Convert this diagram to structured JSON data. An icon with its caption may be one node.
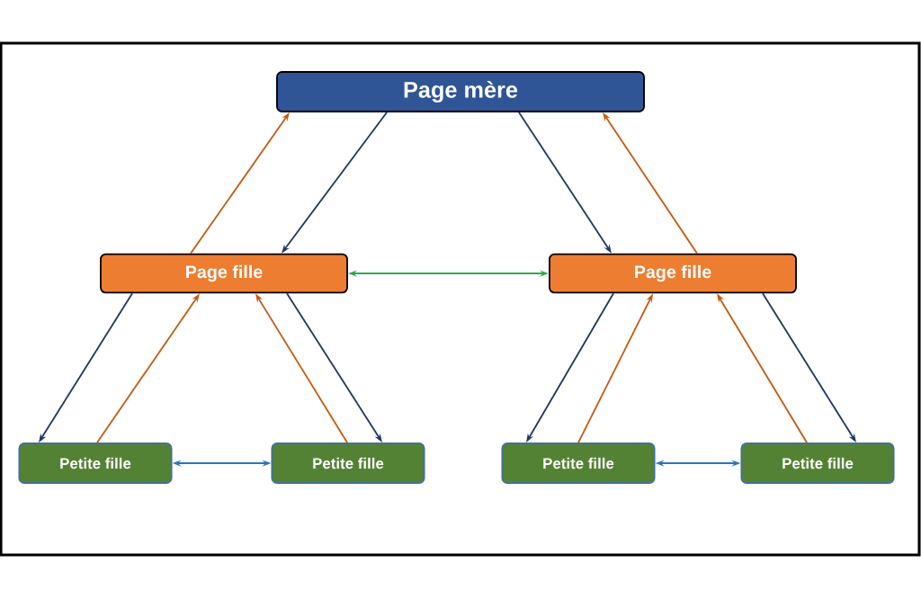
{
  "diagram": {
    "nodes": [
      {
        "text": [
          "Page mère"
        ]
      },
      {
        "text": [
          "Page fille"
        ]
      },
      {
        "text": [
          "Page fille"
        ]
      },
      {
        "text": [
          "Petite fille"
        ]
      },
      {
        "text": [
          "Petite fille"
        ]
      },
      {
        "text": [
          "Petite fille"
        ]
      },
      {
        "text": [
          "Petite fille"
        ]
      }
    ],
    "edges": [
      {
        "from": 0,
        "to": 1,
        "arrow": "to",
        "color": "#203864"
      },
      {
        "from": 1,
        "to": 0,
        "arrow": "to",
        "color": "#c55a11"
      },
      {
        "from": 0,
        "to": 2,
        "arrow": "to",
        "color": "#203864"
      },
      {
        "from": 2,
        "to": 0,
        "arrow": "to",
        "color": "#c55a11"
      },
      {
        "from": 1,
        "to": 2,
        "arrow": "both",
        "color": "#2eaa4f"
      },
      {
        "from": 1,
        "to": 3,
        "arrow": "to",
        "color": "#203864"
      },
      {
        "from": 3,
        "to": 1,
        "arrow": "to",
        "color": "#c55a11"
      },
      {
        "from": 4,
        "to": 1,
        "arrow": "to",
        "color": "#c55a11"
      },
      {
        "from": 1,
        "to": 4,
        "arrow": "to",
        "color": "#203864"
      },
      {
        "from": 3,
        "to": 4,
        "arrow": "both",
        "color": "#2e75b6"
      },
      {
        "from": 2,
        "to": 5,
        "arrow": "to",
        "color": "#203864"
      },
      {
        "from": 5,
        "to": 2,
        "arrow": "to",
        "color": "#c55a11"
      },
      {
        "from": 6,
        "to": 2,
        "arrow": "to",
        "color": "#c55a11"
      },
      {
        "from": 2,
        "to": 6,
        "arrow": "to",
        "color": "#203864"
      },
      {
        "from": 5,
        "to": 6,
        "arrow": "both",
        "color": "#2e75b6"
      }
    ]
  }
}
